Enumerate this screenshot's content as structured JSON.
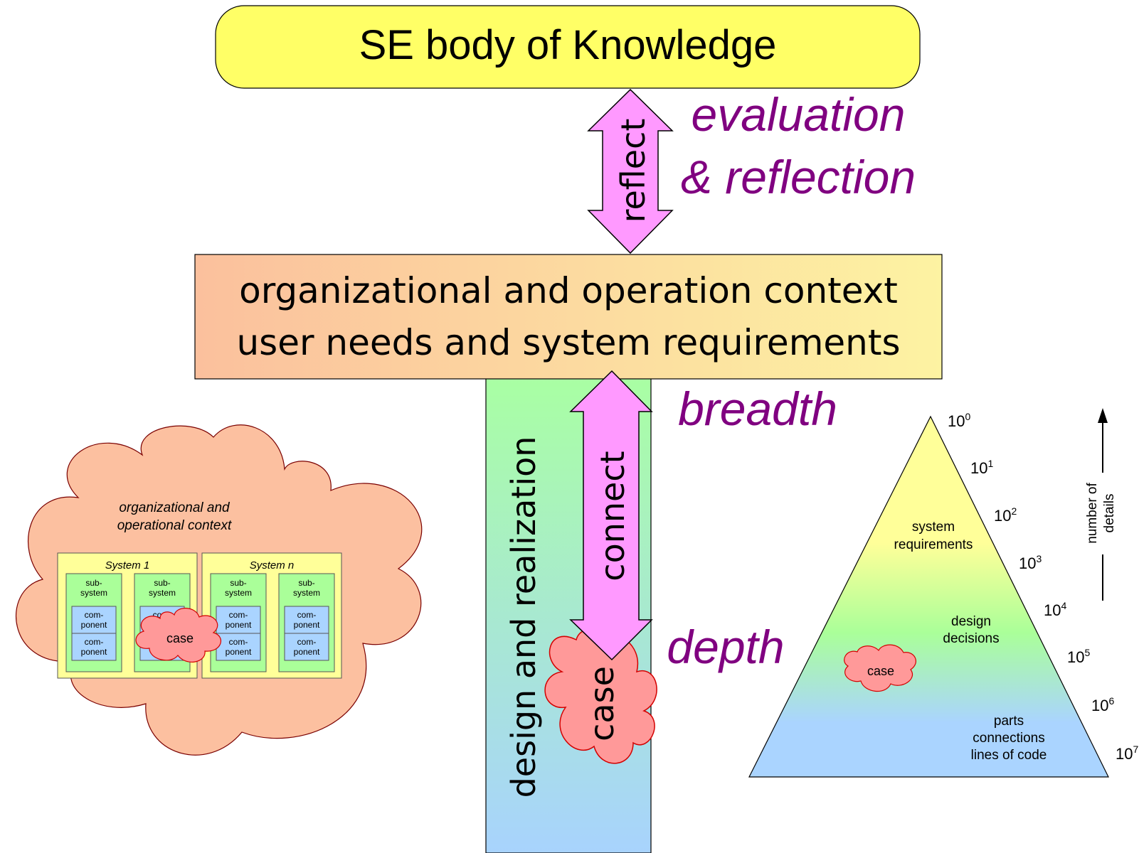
{
  "top_box": {
    "label": "SE body of Knowledge"
  },
  "context_box": {
    "line1": "organizational and operation context",
    "line2": "user needs and system requirements"
  },
  "column_label": "design and realization",
  "arrows": {
    "reflect": "reflect",
    "connect": "connect"
  },
  "case_label": "case",
  "annotations": {
    "evaluation": "evaluation",
    "reflection": "& reflection",
    "breadth": "breadth",
    "depth": "depth"
  },
  "cloud_diagram": {
    "title_line1": "organizational and",
    "title_line2": "operational context",
    "systems": [
      {
        "name": "System 1"
      },
      {
        "name": "System n"
      }
    ],
    "subsystem_line1": "sub-",
    "subsystem_line2": "system",
    "component_line1": "com-",
    "component_line2": "ponent",
    "case": "case"
  },
  "pyramid": {
    "levels": [
      {
        "base": "10",
        "exp": "0"
      },
      {
        "base": "10",
        "exp": "1"
      },
      {
        "base": "10",
        "exp": "2"
      },
      {
        "base": "10",
        "exp": "3"
      },
      {
        "base": "10",
        "exp": "4"
      },
      {
        "base": "10",
        "exp": "5"
      },
      {
        "base": "10",
        "exp": "6"
      },
      {
        "base": "10",
        "exp": "7"
      }
    ],
    "req_line1": "system",
    "req_line2": "requirements",
    "design_line1": "design",
    "design_line2": "decisions",
    "parts_line1": "parts",
    "parts_line2": "connections",
    "parts_line3": "lines of code",
    "case": "case",
    "axis_line1": "number of",
    "axis_line2": "details"
  },
  "colors": {
    "yellow": "#ffff66",
    "purple": "#800080",
    "pink_arrow": "#ff99ff",
    "cloud": "#fcc0a0",
    "case_cloud": "#ff9999",
    "green": "#aaff99",
    "blue": "#aad4ff"
  }
}
